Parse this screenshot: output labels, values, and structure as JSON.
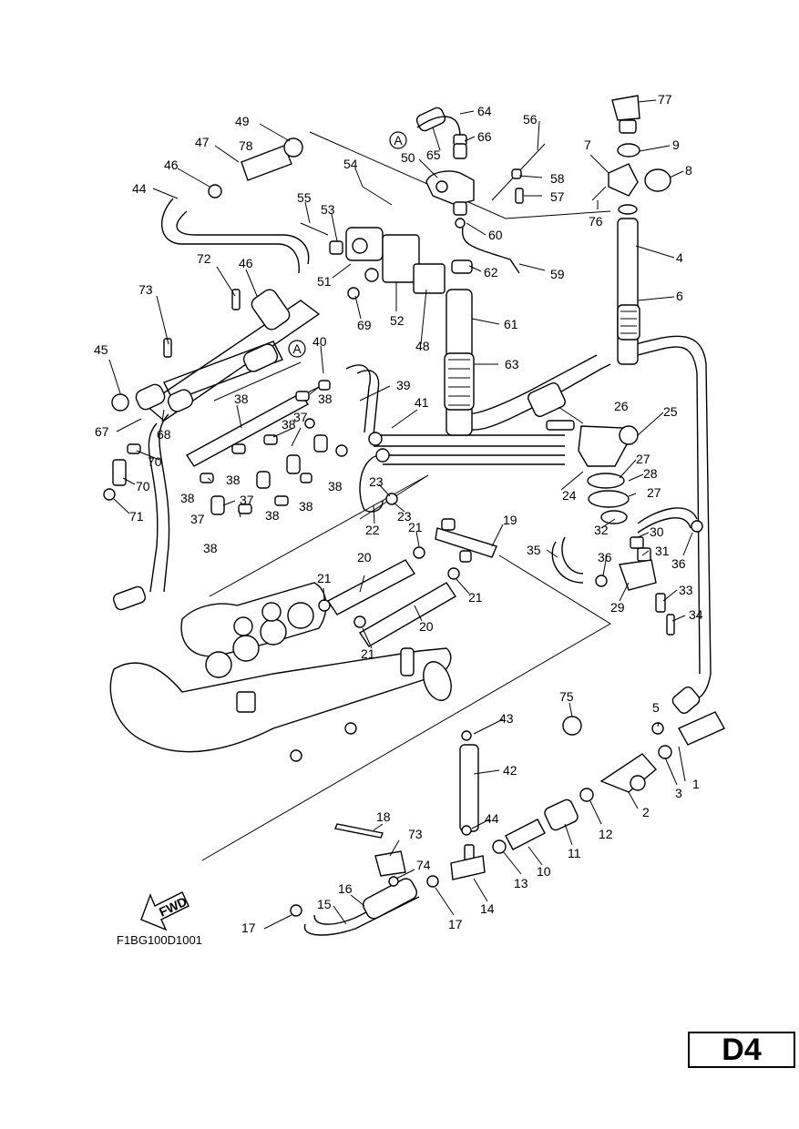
{
  "diagram": {
    "figure_code": "F1BG100D1001",
    "fwd_label": "FWD",
    "ref_marker": "A",
    "part_labels": [
      "1",
      "2",
      "3",
      "4",
      "5",
      "6",
      "7",
      "8",
      "9",
      "10",
      "11",
      "12",
      "13",
      "14",
      "15",
      "16",
      "17",
      "17",
      "18",
      "19",
      "20",
      "20",
      "21",
      "21",
      "21",
      "21",
      "22",
      "23",
      "23",
      "24",
      "25",
      "26",
      "27",
      "27",
      "28",
      "29",
      "30",
      "31",
      "32",
      "33",
      "34",
      "35",
      "36",
      "36",
      "37",
      "37",
      "37",
      "38",
      "38",
      "38",
      "38",
      "38",
      "38",
      "38",
      "38",
      "38",
      "39",
      "40",
      "41",
      "42",
      "43",
      "44",
      "44",
      "45",
      "46",
      "46",
      "47",
      "48",
      "49",
      "50",
      "51",
      "52",
      "53",
      "54",
      "55",
      "56",
      "57",
      "58",
      "59",
      "60",
      "61",
      "62",
      "63",
      "64",
      "65",
      "66",
      "67",
      "68",
      "69",
      "70",
      "70",
      "71",
      "72",
      "73",
      "73",
      "74",
      "75",
      "76",
      "77",
      "78"
    ]
  },
  "page_badge": "D4"
}
